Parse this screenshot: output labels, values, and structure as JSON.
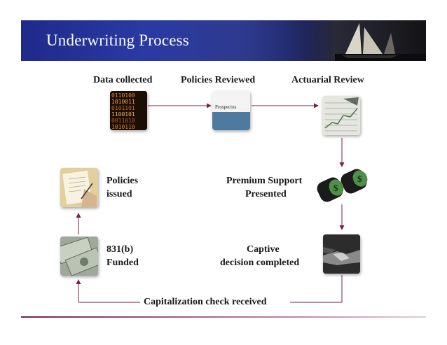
{
  "title": "Underwriting Process",
  "accent_color": "#7a1f4e",
  "banner_color": "#2a3aa3",
  "steps": {
    "data_collected": "Data collected",
    "policies_reviewed": "Policies Reviewed",
    "actuarial_review": "Actuarial Review",
    "premium_support_1": "Premium Support",
    "premium_support_2": "Presented",
    "captive_1": "Captive",
    "captive_2": "decision completed",
    "capitalization": "Capitalization check received",
    "funded_1": "831(b)",
    "funded_2": "Funded",
    "issued_1": "Policies",
    "issued_2": "issued"
  },
  "prospectus_label": "Prospectus",
  "icons": {
    "data": "binary-data-icon",
    "prospectus": "prospectus-document-icon",
    "actuarial": "chart-papers-icon",
    "binoculars": "binoculars-icon",
    "handshake": "handshake-icon",
    "money": "money-bills-icon",
    "signing": "signing-document-icon"
  }
}
